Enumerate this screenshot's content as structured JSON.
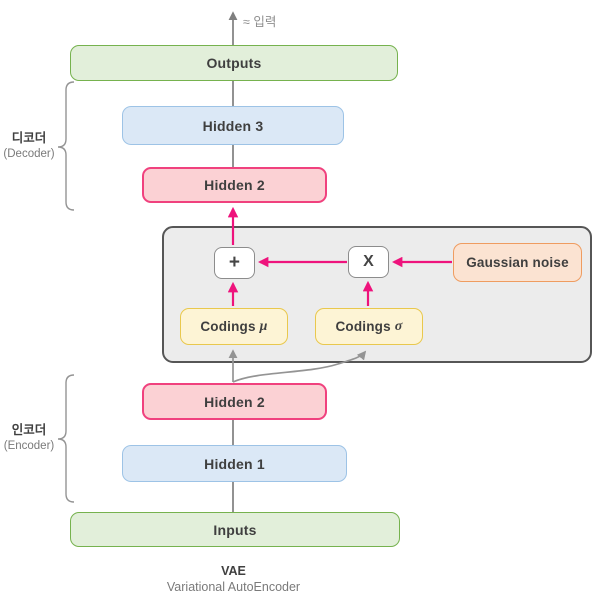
{
  "diagram": {
    "approx_input_label": "≈ 입력",
    "caption": {
      "title": "VAE",
      "subtitle": "Variational AutoEncoder"
    },
    "decoder": {
      "label": "디코더",
      "sublabel": "(Decoder)"
    },
    "encoder": {
      "label": "인코더",
      "sublabel": "(Encoder)"
    },
    "nodes": {
      "outputs": "Outputs",
      "hidden3": "Hidden 3",
      "hidden2_decoder": "Hidden 2",
      "plus_op": "+",
      "multiply_op": "X",
      "gaussian_noise": "Gaussian noise",
      "codings_mu_prefix": "Codings",
      "codings_mu_symbol": "μ",
      "codings_sigma_prefix": "Codings",
      "codings_sigma_symbol": "σ",
      "hidden2_encoder": "Hidden 2",
      "hidden1": "Hidden 1",
      "inputs": "Inputs"
    },
    "colors": {
      "green_fill": "#e2efda",
      "green_border": "#76b24e",
      "blue_fill": "#dbe8f6",
      "blue_border": "#9dc3e6",
      "pink_fill": "#fbd1d4",
      "pink_border": "#f0417e",
      "yellow_fill": "#fdf4d5",
      "yellow_border": "#e9c84d",
      "orange_fill": "#fbe3d2",
      "orange_border": "#ef9c60",
      "panel_fill": "#ececec",
      "panel_border": "#565656",
      "op_fill": "#ffffff",
      "op_border": "#8c8c8c",
      "arrow_magenta": "#ee137c",
      "line_gray": "#7f7f7f",
      "line_curve": "#949494",
      "text_dark": "#3f3f3f",
      "text_gray": "#7a7a7a",
      "text_soft": "#8f8f8f"
    }
  }
}
